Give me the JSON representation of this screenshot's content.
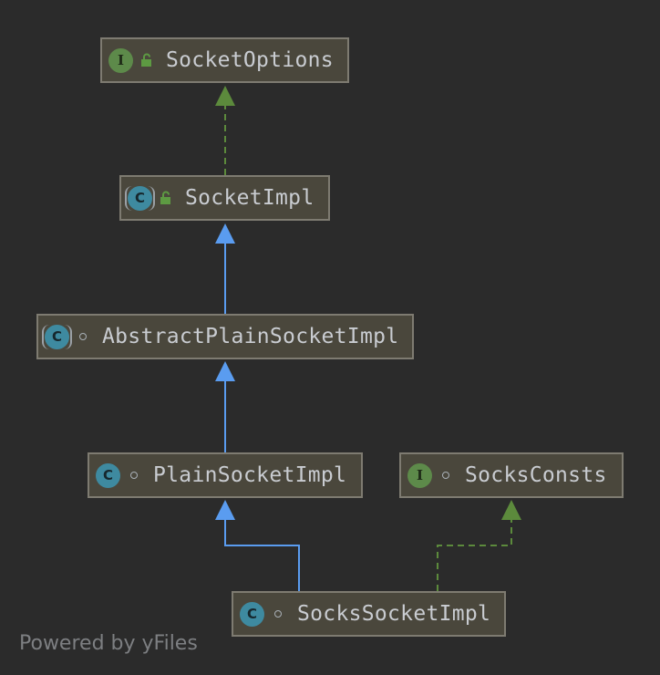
{
  "diagram": {
    "nodes": [
      {
        "id": "socket-options",
        "name": "SocketOptions",
        "kind": "interface",
        "badge_letter": "I",
        "visibility": "public"
      },
      {
        "id": "socket-impl",
        "name": "SocketImpl",
        "kind": "abstract-class",
        "badge_letter": "C",
        "visibility": "public"
      },
      {
        "id": "abstract-plain-socket-impl",
        "name": "AbstractPlainSocketImpl",
        "kind": "abstract-class",
        "badge_letter": "C",
        "visibility": "package-private"
      },
      {
        "id": "plain-socket-impl",
        "name": "PlainSocketImpl",
        "kind": "class",
        "badge_letter": "C",
        "visibility": "package-private"
      },
      {
        "id": "socks-consts",
        "name": "SocksConsts",
        "kind": "interface",
        "badge_letter": "I",
        "visibility": "package-private"
      },
      {
        "id": "socks-socket-impl",
        "name": "SocksSocketImpl",
        "kind": "class",
        "badge_letter": "C",
        "visibility": "package-private"
      }
    ],
    "edges": [
      {
        "from": "socket-impl",
        "to": "socket-options",
        "type": "implements"
      },
      {
        "from": "abstract-plain-socket-impl",
        "to": "socket-impl",
        "type": "extends"
      },
      {
        "from": "plain-socket-impl",
        "to": "abstract-plain-socket-impl",
        "type": "extends"
      },
      {
        "from": "socks-socket-impl",
        "to": "plain-socket-impl",
        "type": "extends"
      },
      {
        "from": "socks-socket-impl",
        "to": "socks-consts",
        "type": "implements"
      }
    ],
    "colors": {
      "background": "#2b2b2b",
      "node_fill": "#4a473c",
      "node_border": "#7e7b71",
      "extends_edge": "#5a9cf0",
      "implements_edge": "#5c8a3c",
      "interface_badge": "#5d8a4a",
      "class_badge": "#3e8aa0"
    }
  },
  "footer": {
    "text": "Powered by yFiles"
  }
}
